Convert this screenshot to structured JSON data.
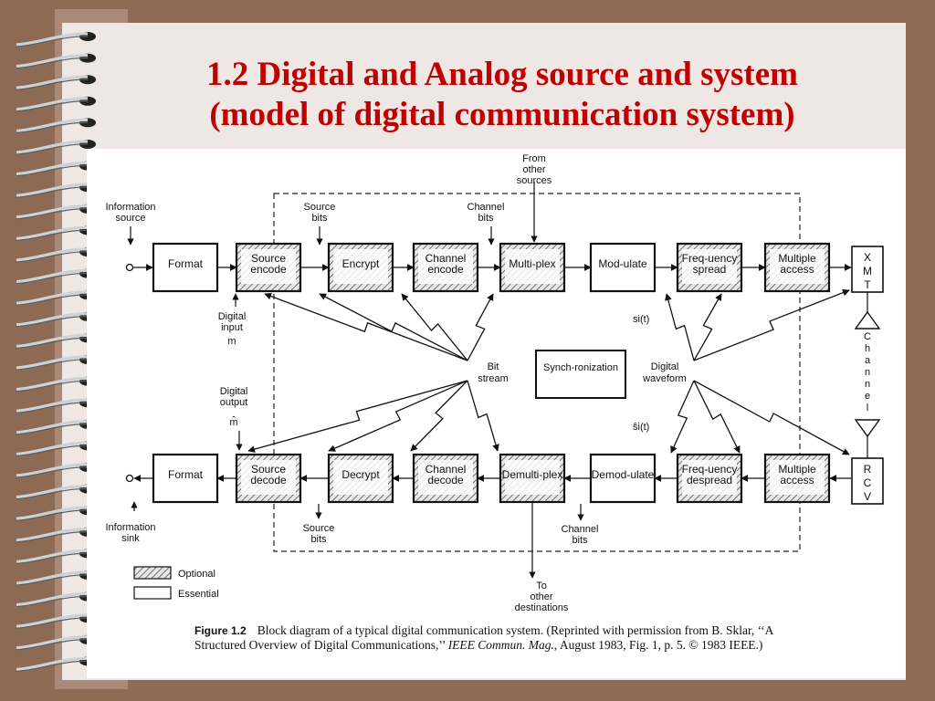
{
  "title": {
    "line1": "1.2 Digital and Analog source and system",
    "line2": "(model of digital communication system)"
  },
  "diagram": {
    "tx_blocks": [
      "Format",
      "Source encode",
      "Encrypt",
      "Channel encode",
      "Multi-plex",
      "Mod-ulate",
      "Freq-uency spread",
      "Multiple access"
    ],
    "rx_blocks": [
      "Format",
      "Source decode",
      "Decrypt",
      "Channel decode",
      "Demulti-plex",
      "Demod-ulate",
      "Freq-uency despread",
      "Multiple access"
    ],
    "xmt": "XMT",
    "rcv": "RCV",
    "channel": "Channel",
    "information_source": "Information source",
    "information_sink": "Information sink",
    "source_bits": "Source bits",
    "channel_bits": "Channel bits",
    "from_other_sources": "From other sources",
    "to_other_destinations": "To other destinations",
    "digital_input": "Digital input",
    "digital_input_symbol": "m",
    "digital_output": "Digital output",
    "digital_output_symbol": "m̂",
    "bit_stream": "Bit stream",
    "synchronization": "Synch-ronization",
    "digital_waveform": "Digital waveform",
    "si_t": "si(t)",
    "si_hat_t": "ŝi(t)",
    "legend_optional": "Optional",
    "legend_essential": "Essential"
  },
  "caption": {
    "figure_label": "Figure 1.2",
    "text": "Block diagram of a typical digital communication system. (Reprinted with permission from B. Sklar, ‘‘A Structured Overview of Digital Communications,’’ ",
    "journal": "IEEE Commun. Mag.",
    "tail": ", August 1983, Fig. 1, p. 5. © 1983 IEEE.)"
  }
}
